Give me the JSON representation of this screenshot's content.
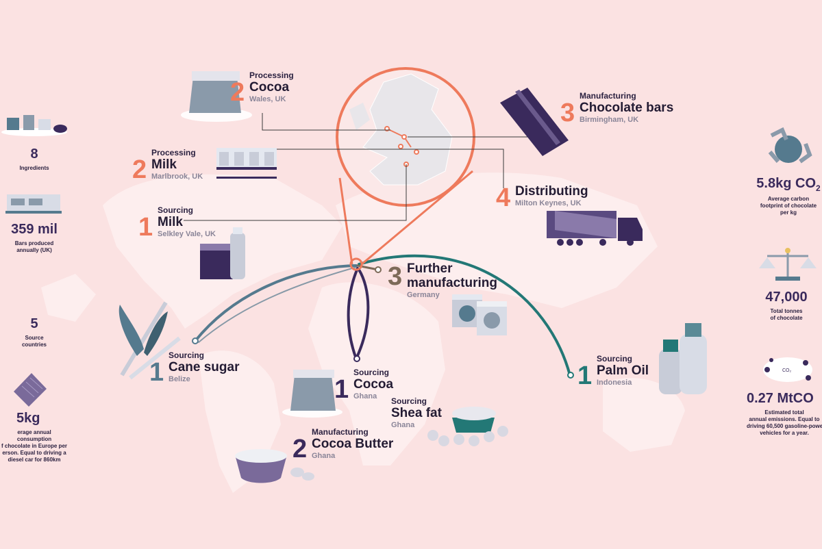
{
  "stages": {
    "processing_cocoa": {
      "number": "2",
      "stage": "Processing",
      "title": "Cocoa",
      "place": "Wales, UK"
    },
    "manufacturing_bars": {
      "number": "3",
      "stage": "Manufacturing",
      "title": "Chocolate bars",
      "place": "Birmingham, UK"
    },
    "processing_milk": {
      "number": "2",
      "stage": "Processing",
      "title": "Milk",
      "place": "Marlbrook, UK"
    },
    "distributing": {
      "number": "4",
      "title": "Distributing",
      "place": "Milton Keynes, UK"
    },
    "sourcing_milk": {
      "number": "1",
      "stage": "Sourcing",
      "title": "Milk",
      "place": "Selkley Vale, UK"
    },
    "further_manufacturing": {
      "number": "3",
      "title_line1": "Further",
      "title_line2": "manufacturing",
      "place": "Germany"
    },
    "sourcing_cane_sugar": {
      "number": "1",
      "stage": "Sourcing",
      "title": "Cane sugar",
      "place": "Belize"
    },
    "sourcing_cocoa": {
      "number": "1",
      "stage": "Sourcing",
      "title": "Cocoa",
      "place": "Ghana"
    },
    "sourcing_shea_fat": {
      "stage": "Sourcing",
      "title": "Shea fat",
      "place": "Ghana"
    },
    "sourcing_palm_oil": {
      "number": "1",
      "stage": "Sourcing",
      "title": "Palm Oil",
      "place": "Indonesia"
    },
    "manufacturing_cocoa_butter": {
      "number": "2",
      "stage": "Manufacturing",
      "title": "Cocoa Butter",
      "place": "Ghana"
    }
  },
  "left_stats": {
    "ingredients": {
      "value": "8",
      "caption": "Ingredients"
    },
    "bars": {
      "value": "359 mil",
      "caption_line1": "Bars produced",
      "caption_line2": "annually (UK)"
    },
    "countries": {
      "value": "5",
      "caption_line1": "Source",
      "caption_line2": "countries"
    },
    "consumption": {
      "value": "5kg",
      "caption_line1": "erage annual consumption",
      "caption_line2": "f chocolate in Europe per",
      "caption_line3": "erson. Equal to driving a",
      "caption_line4": "diesel car for 860km"
    }
  },
  "right_stats": {
    "footprint": {
      "value": "5.8kg CO",
      "sub": "2",
      "caption_line1": "Average carbon",
      "caption_line2": "footprint of chocolate",
      "caption_line3": "per kg"
    },
    "tonnes": {
      "value": "47,000",
      "caption_line1": "Total tonnes",
      "caption_line2": "of chocolate"
    },
    "emissions": {
      "value": "0.27 MtCO",
      "badge": "CO₂",
      "caption_line1": "Estimated total",
      "caption_line2": "annual emissions. Equal to",
      "caption_line3": "driving 60,500 gasoline-powe",
      "caption_line4": "vehicles for a year."
    }
  },
  "colors": {
    "background": "#fbe2e2",
    "land": "#fdeeee",
    "orange": "#ee7a5c",
    "dark_purple": "#3a2a5c",
    "slate": "#557a8e",
    "teal": "#237876"
  }
}
